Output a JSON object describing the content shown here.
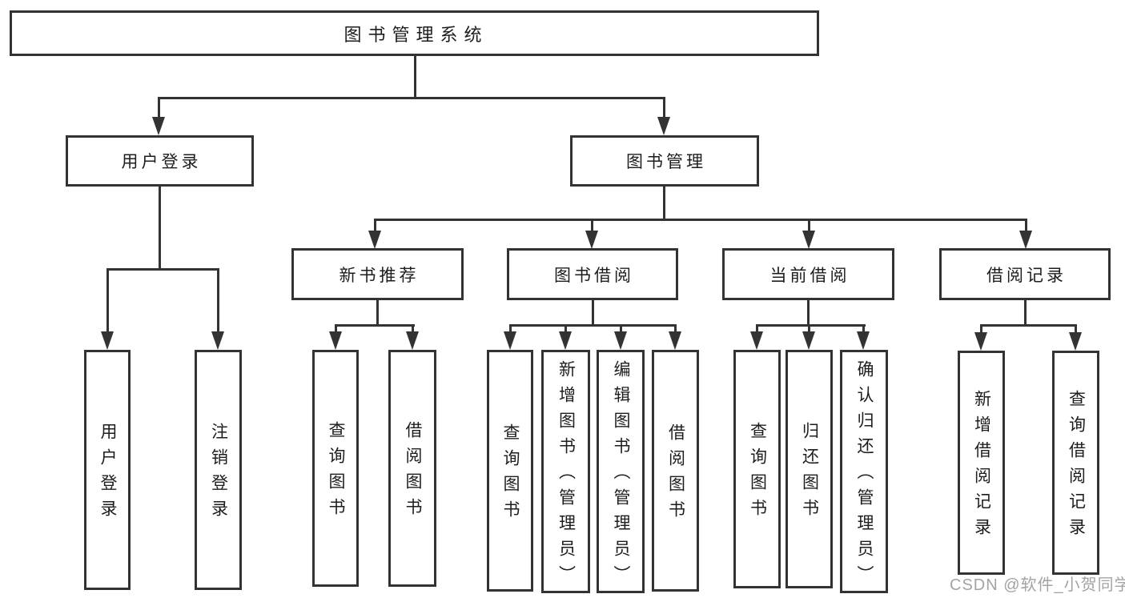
{
  "colors": {
    "line": "#333333",
    "box_border": "#333333",
    "text": "#1d1d1d",
    "watermark": "#969696",
    "background": "#ffffff"
  },
  "watermark": {
    "text": "CSDN @软件_小贺同学"
  },
  "tree": {
    "root": {
      "label": "图书管理系统"
    },
    "level2": [
      {
        "id": "user-login",
        "label": "用户登录"
      },
      {
        "id": "book-management",
        "label": "图书管理"
      }
    ],
    "level3": [
      {
        "id": "new-book-recommend",
        "label": "新书推荐",
        "parent": "图书管理"
      },
      {
        "id": "book-borrow",
        "label": "图书借阅",
        "parent": "图书管理"
      },
      {
        "id": "current-borrow",
        "label": "当前借阅",
        "parent": "图书管理"
      },
      {
        "id": "borrow-records",
        "label": "借阅记录",
        "parent": "图书管理"
      }
    ],
    "leaves": {
      "user_login": [
        "用户登录",
        "注销登录"
      ],
      "new_book_recommend": [
        "查询图书",
        "借阅图书"
      ],
      "book_borrow": [
        "查询图书",
        "新增图书（管理员）",
        "编辑图书（管理员）",
        "借阅图书"
      ],
      "current_borrow": [
        "查询图书",
        "归还图书",
        "确认归还（管理员）"
      ],
      "borrow_records": [
        "新增借阅记录",
        "查询借阅记录"
      ]
    }
  }
}
